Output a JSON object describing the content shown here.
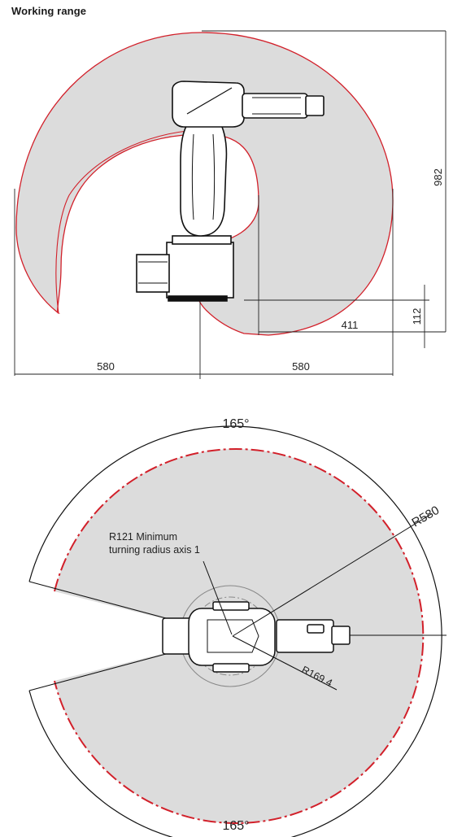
{
  "title": "Working range",
  "side_view": {
    "dims": {
      "left_width": "580",
      "right_width": "580",
      "inner_reach": "411",
      "base_height": "112",
      "total_height": "982"
    }
  },
  "top_view": {
    "angle_top": "165°",
    "angle_bottom": "165°",
    "radius_outer": "R580",
    "radius_mid": "R169.4",
    "min_radius_line1": "R121 Minimum",
    "min_radius_line2": "turning radius axis 1"
  },
  "colors": {
    "range_fill": "#d9d9d9",
    "range_outline": "#d2202a",
    "robot_outline": "#111111"
  }
}
